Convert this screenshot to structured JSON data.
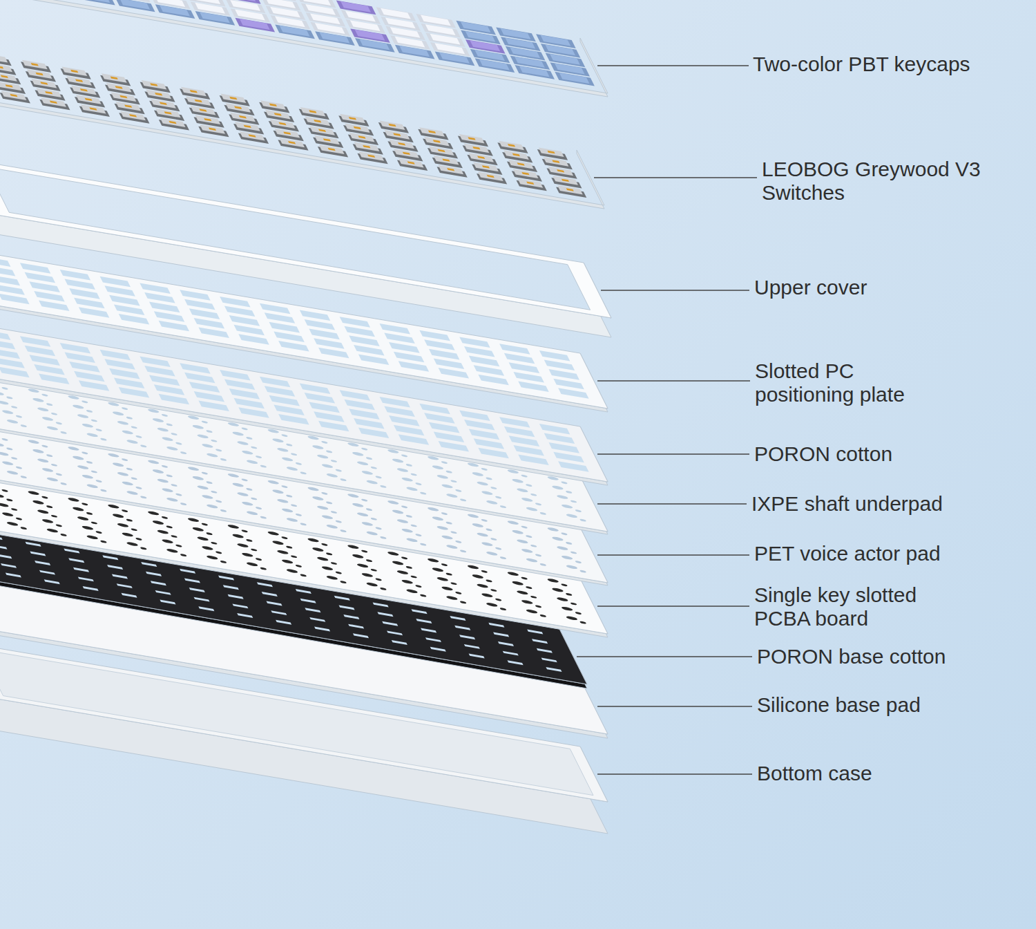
{
  "diagram": {
    "labels": [
      "Two-color PBT keycaps",
      "LEOBOG Greywood V3 Switches",
      "Upper cover",
      "Slotted PC positioning plate",
      "PORON cotton",
      "IXPE shaft underpad",
      "PET voice actor pad",
      "Single key slotted PCBA board",
      "PORON base cotton",
      "Silicone base pad",
      "Bottom case"
    ]
  }
}
